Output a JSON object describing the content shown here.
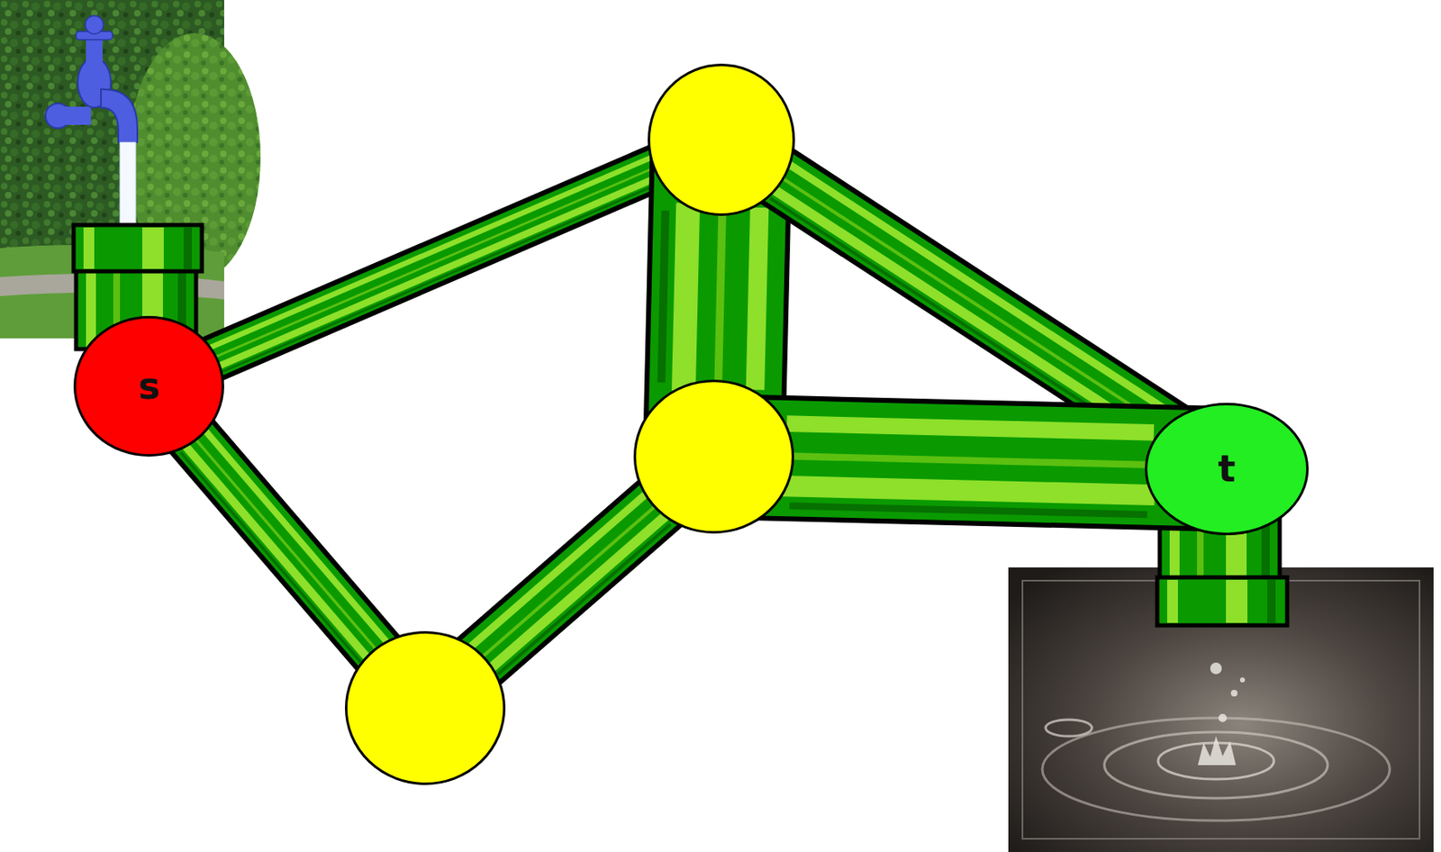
{
  "diagram": {
    "nodes": [
      {
        "text": [
          "s"
        ]
      },
      {
        "text": []
      },
      {
        "text": []
      },
      {
        "text": []
      },
      {
        "text": [
          "t"
        ]
      }
    ],
    "edges": [
      {
        "from": 0,
        "to": 1,
        "arrow": "none"
      },
      {
        "from": 0,
        "to": 3,
        "arrow": "none"
      },
      {
        "from": 3,
        "to": 2,
        "arrow": "none"
      },
      {
        "from": 1,
        "to": 2,
        "arrow": "none"
      },
      {
        "from": 1,
        "to": 4,
        "arrow": "none"
      },
      {
        "from": 2,
        "to": 4,
        "arrow": "none"
      }
    ]
  }
}
